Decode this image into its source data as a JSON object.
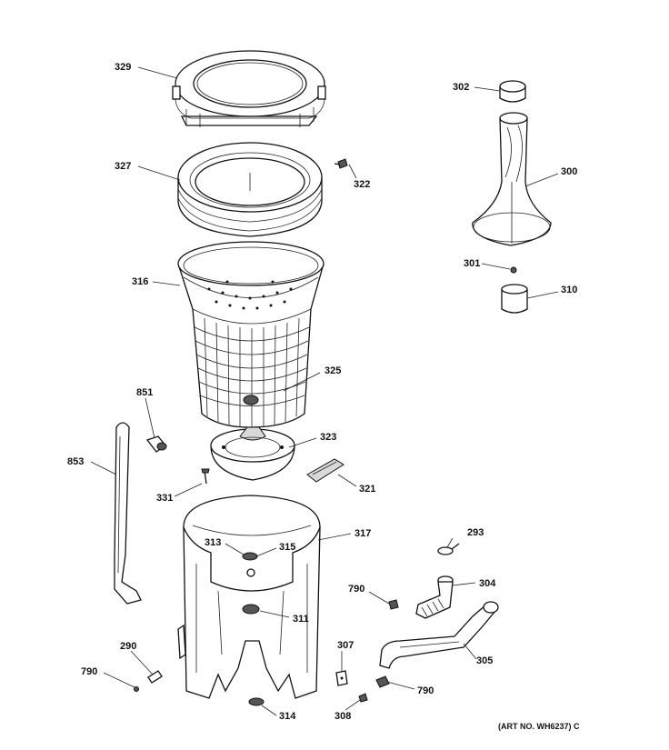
{
  "labels": {
    "p329": "329",
    "p327": "327",
    "p322": "322",
    "p316": "316",
    "p325": "325",
    "p302": "302",
    "p300": "300",
    "p301": "301",
    "p310": "310",
    "p851": "851",
    "p853": "853",
    "p323": "323",
    "p321": "321",
    "p331": "331",
    "p317": "317",
    "p313": "313",
    "p315": "315",
    "p311": "311",
    "p293": "293",
    "p304": "304",
    "p790a": "790",
    "p305": "305",
    "p290": "290",
    "p790b": "790",
    "p307": "307",
    "p790c": "790",
    "p314": "314",
    "p308": "308"
  },
  "art_number": "(ART NO. WH6237) C"
}
